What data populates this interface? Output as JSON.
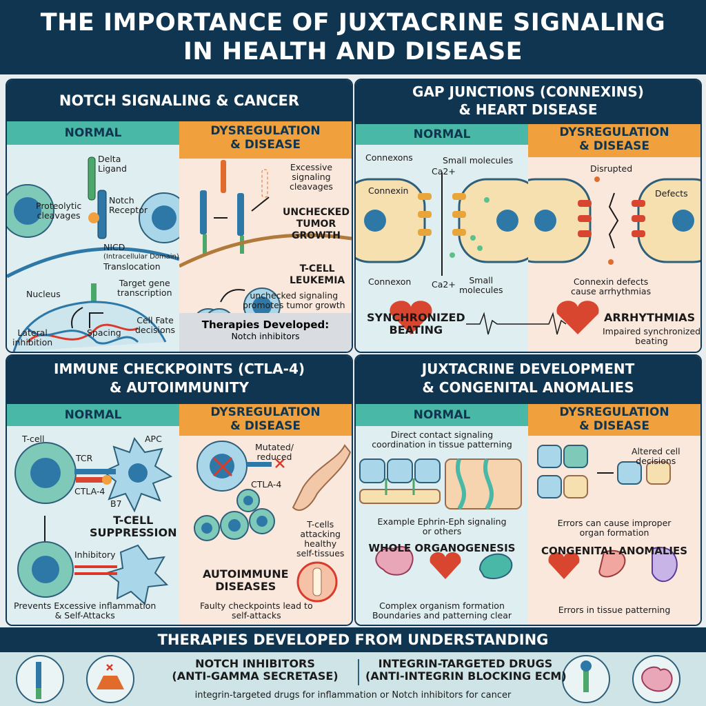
{
  "title_line1": "THE IMPORTANCE OF JUXTACRINE SIGNALING",
  "title_line2": "IN HEALTH AND DISEASE",
  "normal_label": "NORMAL",
  "dys_label_1": "DYSREGULATION",
  "dys_label_2": "& DISEASE",
  "notch": {
    "title": "NOTCH SIGNALING & CANCER",
    "delta_ligand": [
      "Delta",
      "Ligand"
    ],
    "notch_receptor": [
      "Notch",
      "Receptor"
    ],
    "proteolytic": [
      "Proteolytic",
      "cleavages"
    ],
    "nicd": "NICD",
    "nicd_sub": "(Intracellular Domain)",
    "translocation": "Translocation",
    "nucleus": "Nucleus",
    "target_gene": [
      "Target gene",
      "transcription"
    ],
    "lateral": [
      "Lateral",
      "inhibition"
    ],
    "spacing": "Spacing",
    "cell_fate": [
      "Cell Fate",
      "decisions"
    ],
    "excessive": [
      "Excessive",
      "signaling",
      "cleavages"
    ],
    "unchecked_growth": [
      "UNCHECKED",
      "TUMOR",
      "GROWTH"
    ],
    "tcell_leukemia": [
      "T-CELL",
      "LEUKEMIA"
    ],
    "unchecked_note": [
      "unchecked signaling",
      "promotes tumor growth"
    ],
    "therapies": "Therapies Developed:",
    "therapies_sub": "Notch inhibitors"
  },
  "gap": {
    "title_1": "GAP JUNCTIONS (CONNEXINS)",
    "title_2": "& HEART DISEASE",
    "connexons_top": "Connexons",
    "small_molecules_top": "Small molecules",
    "ca_top": "Ca2+",
    "connexin": "Connexin",
    "connexon_bottom": "Connexon",
    "ca_bottom": "Ca2+",
    "small_molecules_bottom": [
      "Small",
      "molecules"
    ],
    "synchronized": [
      "SYNCHRONIZED",
      "BEATING"
    ],
    "disrupted": "Disrupted",
    "defects": "Defects",
    "connexin_defects": [
      "Connexin defects",
      "cause arrhythmias"
    ],
    "arrhythmias": "ARRHYTHMIAS",
    "impaired": [
      "Impaired synchronized",
      "beating"
    ]
  },
  "immune": {
    "title_1": "IMMUNE CHECKPOINTS (CTLA-4)",
    "title_2": "& AUTOIMMUNITY",
    "tcell": "T-cell",
    "apc": "APC",
    "tcr": "TCR",
    "ctla4": "CTLA-4",
    "b7": "B7",
    "suppression": [
      "T-CELL",
      "SUPPRESSION"
    ],
    "inhibitory": "Inhibitory",
    "prevents": [
      "Prevents Excessive inflammation",
      "& Self-Attacks"
    ],
    "mutated": [
      "Mutated/",
      "reduced"
    ],
    "ctla4_dys": "CTLA-4",
    "tcells_attacking": [
      "T-cells",
      "attacking",
      "healthy",
      "self-tissues"
    ],
    "autoimmune": [
      "AUTOIMMUNE",
      "DISEASES"
    ],
    "faulty": [
      "Faulty checkpoints lead to",
      "self-attacks"
    ]
  },
  "develop": {
    "title_1": "JUXTACRINE DEVELOPMENT",
    "title_2": "& CONGENITAL ANOMALIES",
    "direct_contact": [
      "Direct contact signaling",
      "coordination in tissue patterning"
    ],
    "example": [
      "Example Ephrin-Eph signaling",
      "or others"
    ],
    "whole": "WHOLE ORGANOGENESIS",
    "complex": [
      "Complex organism formation",
      "Boundaries and patterning clear"
    ],
    "altered": [
      "Altered cell",
      "decisions"
    ],
    "errors_improper": [
      "Errors can cause improper",
      "organ formation"
    ],
    "congenital": "CONGENITAL ANOMALIES",
    "errors_tissue": "Errors in tissue patterning"
  },
  "bottom": {
    "header": "THERAPIES DEVELOPED FROM UNDERSTANDING",
    "notch_inh": [
      "NOTCH INHIBITORS",
      "(ANTI-GAMMA SECRETASE)"
    ],
    "integrin": [
      "INTEGRIN-TARGETED DRUGS",
      "(ANTI-INTEGRIN BLOCKING ECM)"
    ],
    "footer": "integrin-targeted drugs for inflammation or Notch inhibitors for cancer"
  },
  "colors": {
    "navy": "#0f3550",
    "teal": "#49b8a7",
    "orange": "#f0a03c",
    "cell_blue": "#2e78a8",
    "cell_green": "#7fc9b8",
    "red": "#d93a2b"
  }
}
